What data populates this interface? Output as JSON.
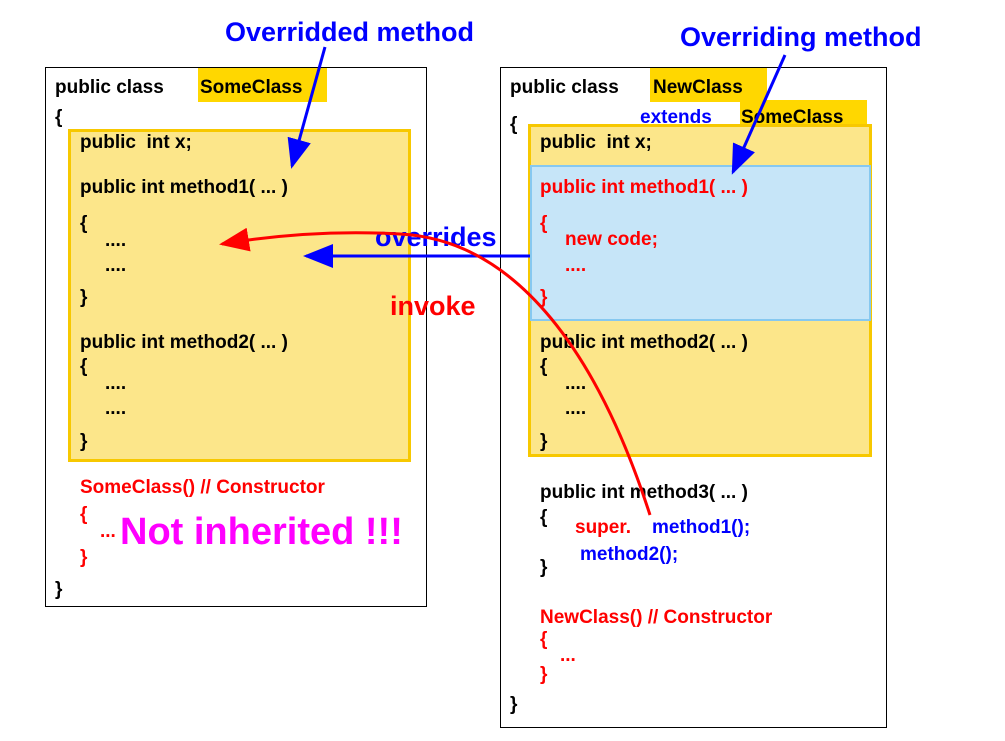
{
  "labels": {
    "overridded_method": "Overridded method",
    "overriding_method": "Overriding method",
    "overrides": "overrides",
    "invoke": "invoke",
    "not_inherited": "Not inherited !!!"
  },
  "left_class": {
    "decl_prefix": "public class",
    "class_name": "SomeClass",
    "open_brace": "{",
    "field": "public  int x;",
    "method1": "public int method1( ... )",
    "method1_open": "{",
    "method1_body1": "....",
    "method1_body2": "....",
    "method1_close": "}",
    "method2": "public int method2( ... )",
    "method2_open": "{",
    "method2_body1": "....",
    "method2_body2": "....",
    "method2_close": "}",
    "constructor": "SomeClass() // Constructor",
    "constructor_open": "{",
    "constructor_body": "...",
    "constructor_close": "}",
    "close_brace": "}"
  },
  "right_class": {
    "decl_prefix": "public class",
    "class_name": "NewClass",
    "extends_keyword": "extends",
    "super_name": "SomeClass",
    "open_brace": "{",
    "field": "public  int x;",
    "method1": "public int method1( ... )",
    "method1_open": "{",
    "method1_body1": "new code;",
    "method1_body2": "....",
    "method1_close": "}",
    "method2": "public int method2( ... )",
    "method2_open": "{",
    "method2_body1": "....",
    "method2_body2": "....",
    "method2_close": "}",
    "method3": "public int method3( ... )",
    "method3_open": "{",
    "method3_super": "super.",
    "method3_call1": "method1();",
    "method3_call2": "method2();",
    "method3_close": "}",
    "constructor": "NewClass() // Constructor",
    "constructor_open": "{",
    "constructor_body": "...",
    "constructor_close": "}",
    "close_brace": "}"
  },
  "colors": {
    "blue": "#0000ff",
    "red": "#ff0000",
    "magenta": "#ff00ff",
    "highlight": "#ffd700",
    "inherited_fill": "#fce68a",
    "override_fill": "#c6e5f8"
  }
}
